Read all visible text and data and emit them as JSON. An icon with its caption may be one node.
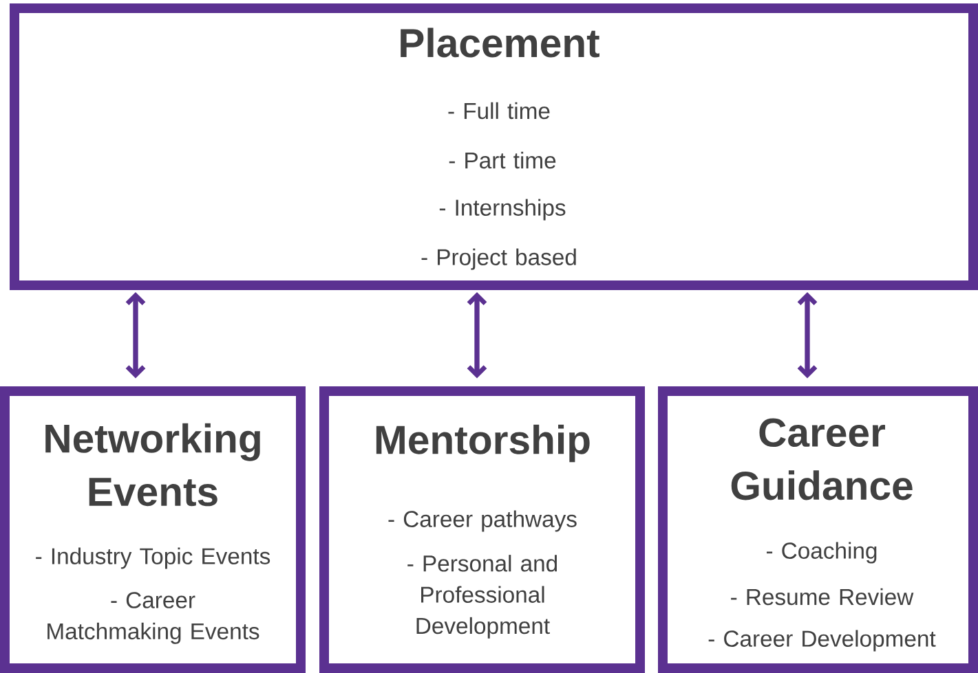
{
  "diagram": {
    "nodes": [
      {
        "text": [
          "Placement",
          "- Full time",
          "- Part time",
          "- Internships",
          "- Project based"
        ]
      },
      {
        "text": [
          "Networking Events",
          "- Industry Topic Events",
          "- Career Matchmaking Events"
        ]
      },
      {
        "text": [
          "Mentorship",
          "- Career pathways",
          "- Personal and Professional Development"
        ]
      },
      {
        "text": [
          "Career Guidance",
          "- Coaching",
          "- Resume Review",
          "- Career Development"
        ]
      }
    ],
    "edges": [
      {
        "from": 0,
        "to": 1,
        "arrow": "both"
      },
      {
        "from": 0,
        "to": 2,
        "arrow": "both"
      },
      {
        "from": 0,
        "to": 3,
        "arrow": "both"
      }
    ]
  }
}
